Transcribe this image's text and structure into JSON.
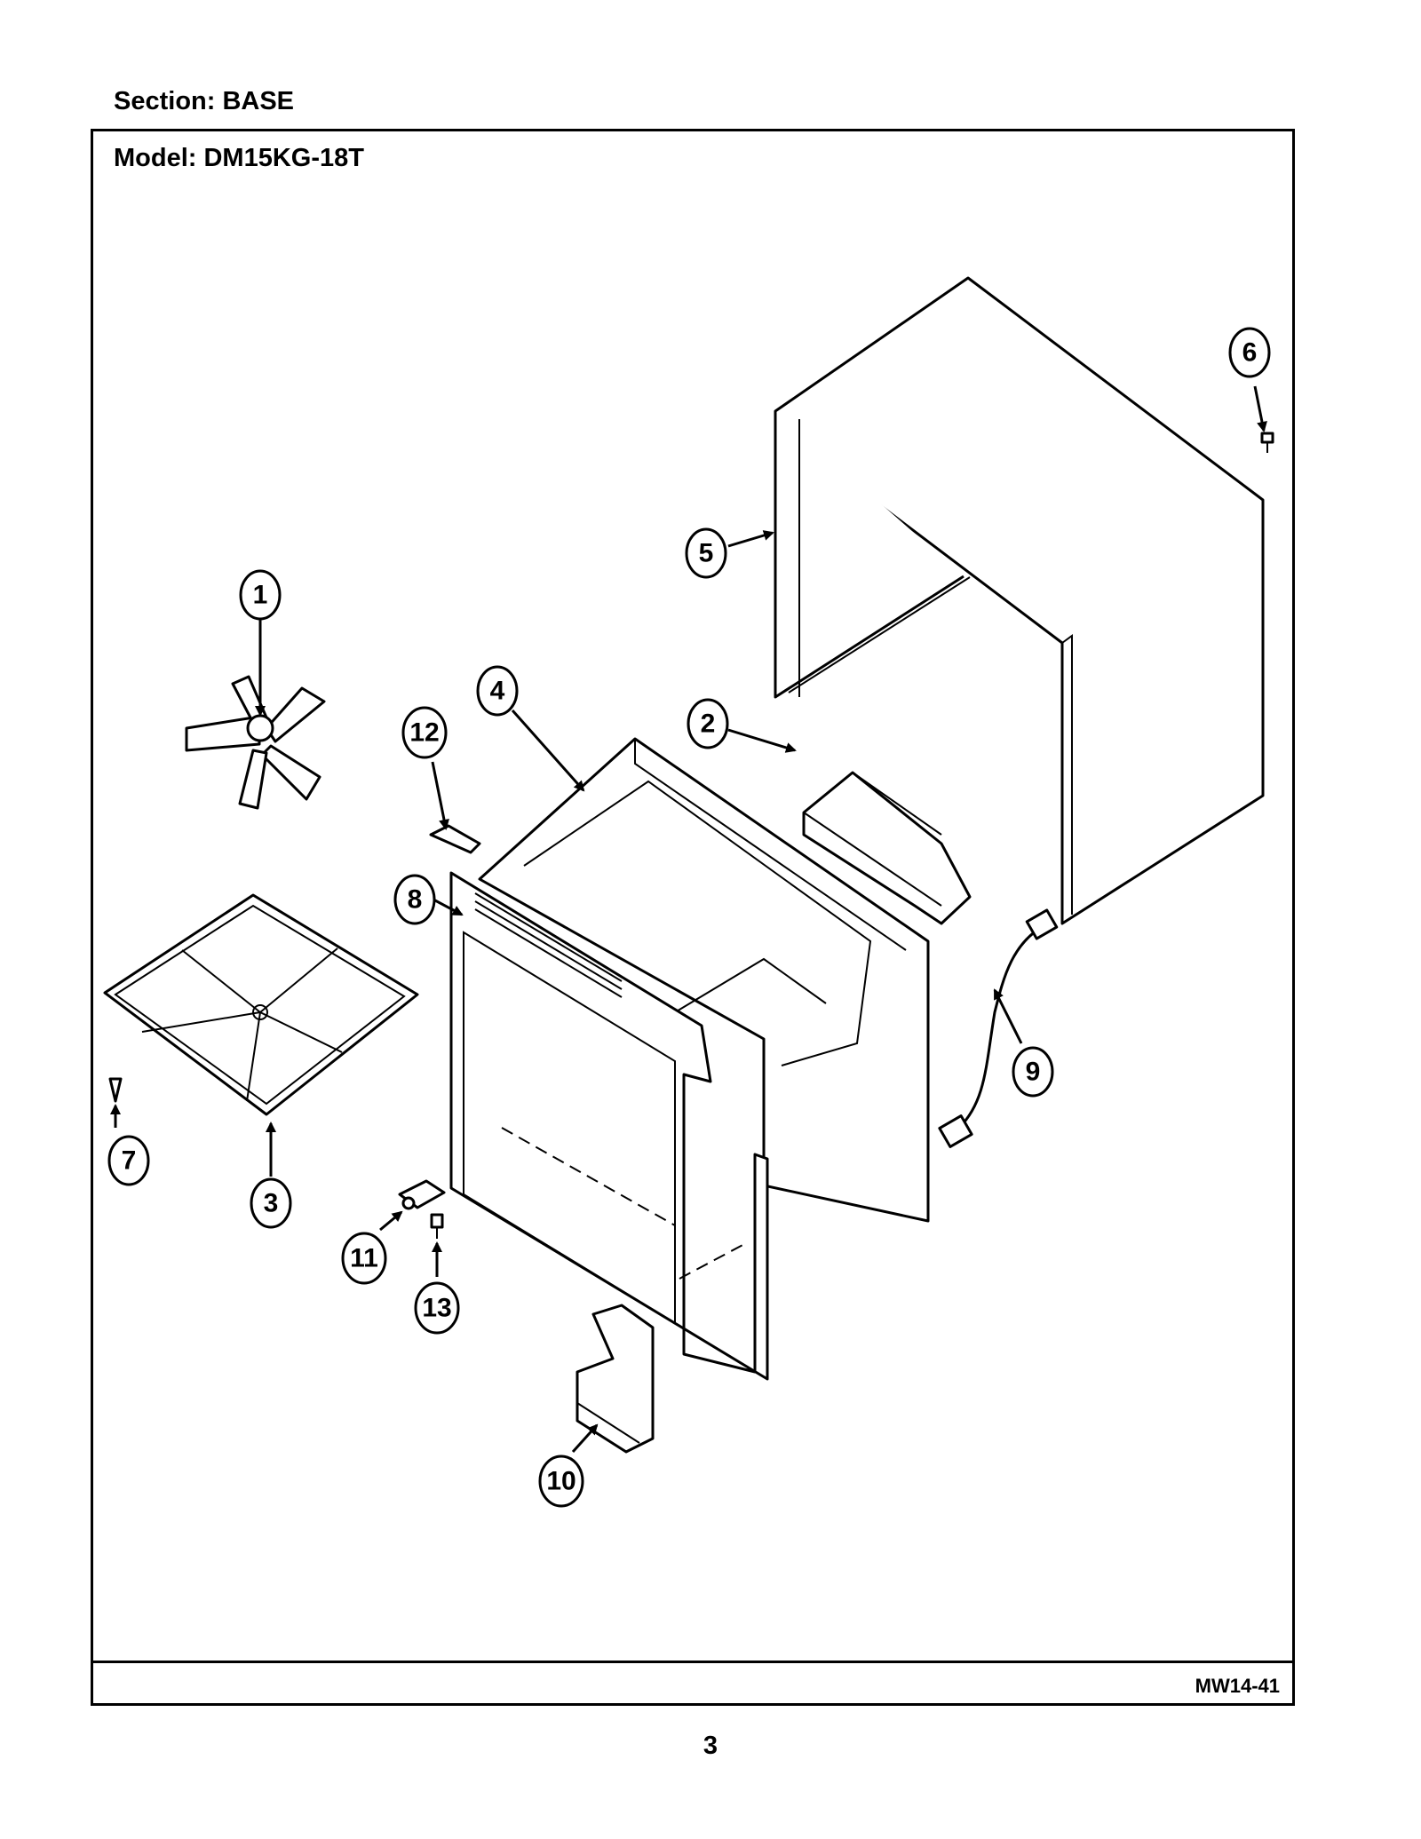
{
  "header": {
    "section_label": "Section:  BASE"
  },
  "frame": {
    "model_label": "Model:  DM15KG-18T",
    "drawing_id": "MW14-41"
  },
  "page": {
    "number": "3"
  },
  "callouts": {
    "c1": "1",
    "c2": "2",
    "c3": "3",
    "c4": "4",
    "c5": "5",
    "c6": "6",
    "c7": "7",
    "c8": "8",
    "c9": "9",
    "c10": "10",
    "c11": "11",
    "c12": "12",
    "c13": "13"
  }
}
